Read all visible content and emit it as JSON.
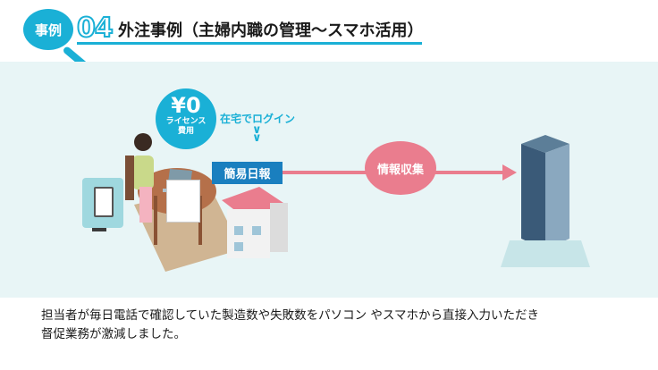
{
  "header": {
    "badge": "事例",
    "number": "04",
    "title": "外注事例（主婦内職の管理〜スマホ活用）"
  },
  "illustration": {
    "price": {
      "amount": "¥0",
      "line1": "ライセンス",
      "line2": "費用"
    },
    "login_label": "在宅でログイン",
    "report_label": "簡易日報",
    "collect_label": "情報収集"
  },
  "description": {
    "line1": "担当者が毎日電話で確認していた製造数や失敗数をパソコン やスマホから直接入力いただき",
    "line2": "督促業務が激減しました。"
  }
}
